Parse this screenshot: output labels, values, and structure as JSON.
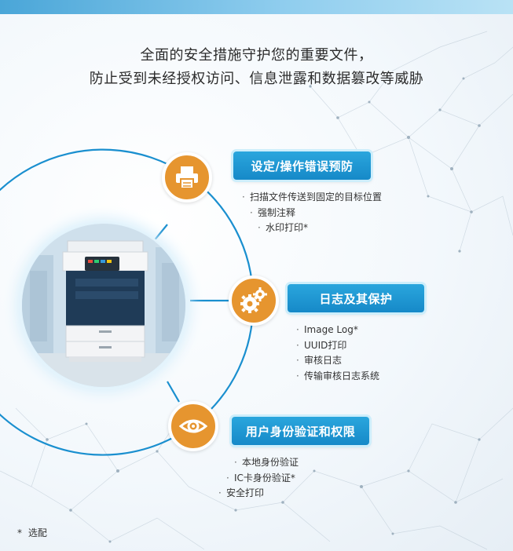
{
  "headline": {
    "line1": "全面的安全措施守护您的重要文件，",
    "line2": "防止受到未经授权访问、信息泄露和数据篡改等威胁"
  },
  "features": [
    {
      "title": "设定/操作错误预防",
      "icon": "printer-icon",
      "items": [
        "扫描文件传送到固定的目标位置",
        "强制注释",
        "水印打印*"
      ]
    },
    {
      "title": "日志及其保护",
      "icon": "gears-icon",
      "items": [
        "Image Log*",
        "UUID打印",
        "审核日志",
        "传输审核日志系统"
      ]
    },
    {
      "title": "用户身份验证和权限",
      "icon": "eye-icon",
      "items": [
        "本地身份验证",
        "IC卡身份验证*",
        "安全打印"
      ]
    }
  ],
  "bullet": "·",
  "footnote": {
    "mark": "*",
    "text": "选配"
  },
  "colors": {
    "accent_orange": "#e6952f",
    "button_blue": "#1e96d3",
    "ring_blue": "#1a8fcf"
  }
}
